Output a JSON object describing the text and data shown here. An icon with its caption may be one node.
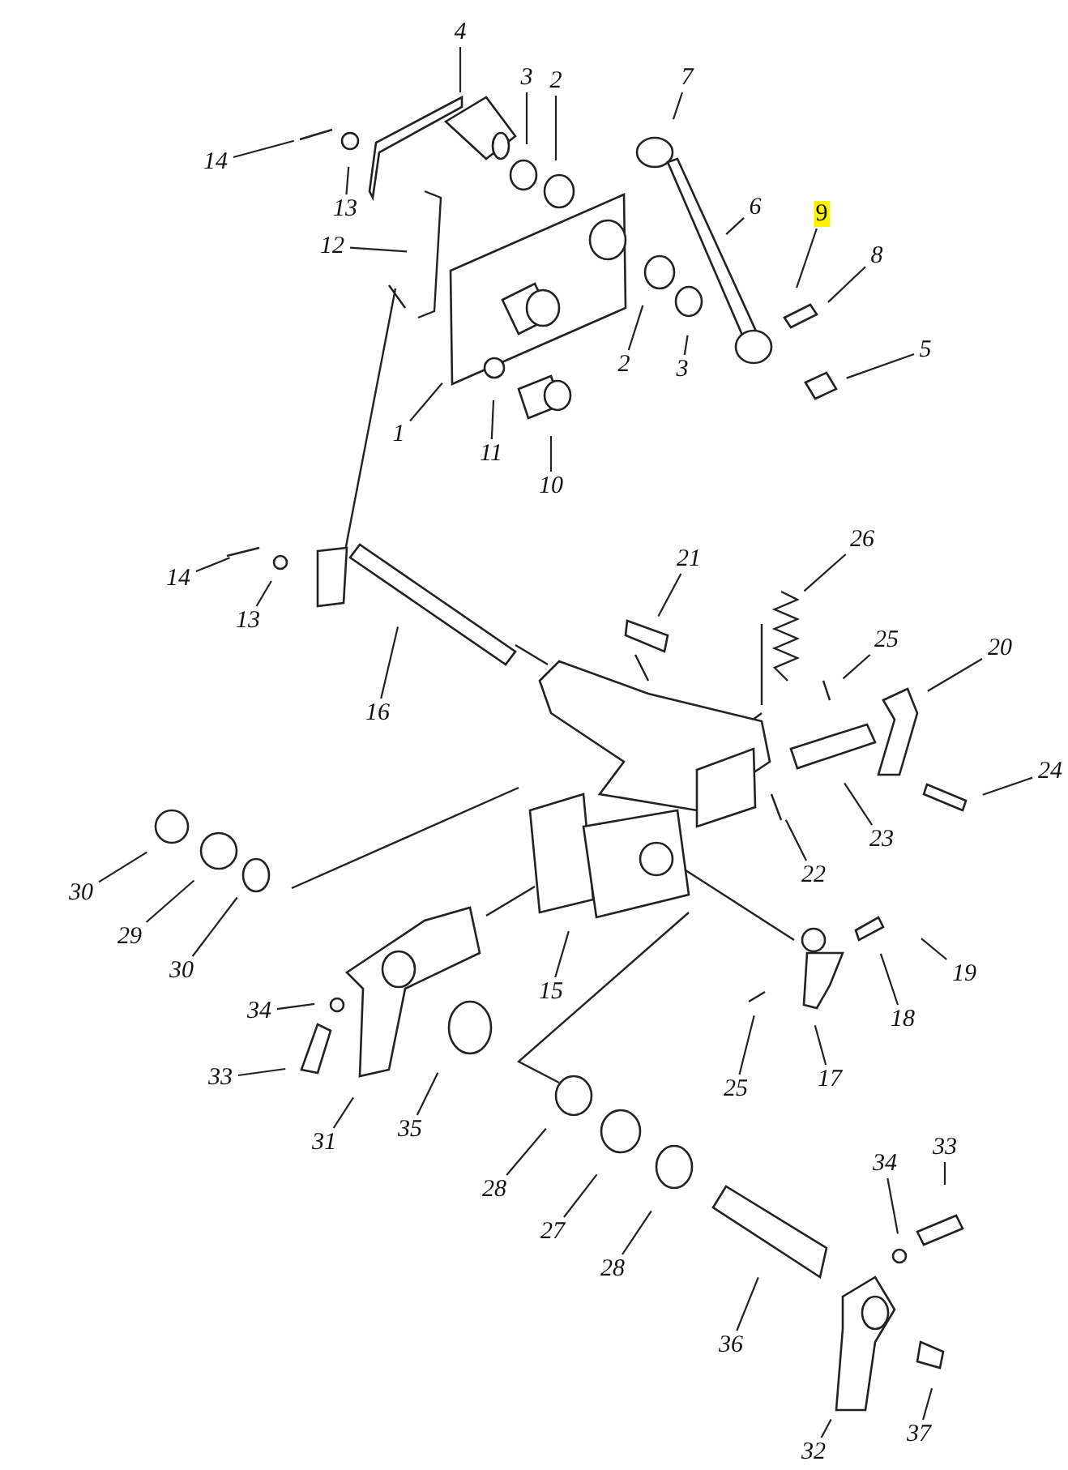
{
  "diagram": {
    "nodes": [
      {
        "text": [
          "4"
        ]
      },
      {
        "text": [
          "3"
        ]
      },
      {
        "text": [
          "2"
        ]
      },
      {
        "text": [
          "7"
        ]
      },
      {
        "text": [
          "14"
        ]
      },
      {
        "text": [
          "13"
        ]
      },
      {
        "text": [
          "12"
        ]
      },
      {
        "text": [
          "6"
        ]
      },
      {
        "text": [
          "9"
        ]
      },
      {
        "text": [
          "8"
        ]
      },
      {
        "text": [
          "2"
        ]
      },
      {
        "text": [
          "3"
        ]
      },
      {
        "text": [
          "5"
        ]
      },
      {
        "text": [
          "1"
        ]
      },
      {
        "text": [
          "11"
        ]
      },
      {
        "text": [
          "10"
        ]
      },
      {
        "text": [
          "14"
        ]
      },
      {
        "text": [
          "13"
        ]
      },
      {
        "text": [
          "21"
        ]
      },
      {
        "text": [
          "26"
        ]
      },
      {
        "text": [
          "16"
        ]
      },
      {
        "text": [
          "25"
        ]
      },
      {
        "text": [
          "20"
        ]
      },
      {
        "text": [
          "24"
        ]
      },
      {
        "text": [
          "23"
        ]
      },
      {
        "text": [
          "22"
        ]
      },
      {
        "text": [
          "30"
        ]
      },
      {
        "text": [
          "29"
        ]
      },
      {
        "text": [
          "30"
        ]
      },
      {
        "text": [
          "15"
        ]
      },
      {
        "text": [
          "19"
        ]
      },
      {
        "text": [
          "18"
        ]
      },
      {
        "text": [
          "34"
        ]
      },
      {
        "text": [
          "17"
        ]
      },
      {
        "text": [
          "33"
        ]
      },
      {
        "text": [
          "25"
        ]
      },
      {
        "text": [
          "31"
        ]
      },
      {
        "text": [
          "35"
        ]
      },
      {
        "text": [
          "28"
        ]
      },
      {
        "text": [
          "27"
        ]
      },
      {
        "text": [
          "28"
        ]
      },
      {
        "text": [
          "34"
        ]
      },
      {
        "text": [
          "33"
        ]
      },
      {
        "text": [
          "36"
        ]
      },
      {
        "text": [
          "32"
        ]
      },
      {
        "text": [
          "37"
        ]
      }
    ],
    "edges": [
      {
        "from": 0,
        "to": null,
        "arrow": "none"
      },
      {
        "from": 1,
        "to": null,
        "arrow": "none"
      },
      {
        "from": 2,
        "to": null,
        "arrow": "none"
      },
      {
        "from": 3,
        "to": null,
        "arrow": "none"
      },
      {
        "from": 4,
        "to": null,
        "arrow": "none"
      },
      {
        "from": 5,
        "to": null,
        "arrow": "none"
      },
      {
        "from": 6,
        "to": null,
        "arrow": "none"
      },
      {
        "from": 7,
        "to": null,
        "arrow": "none"
      },
      {
        "from": 8,
        "to": null,
        "arrow": "none"
      },
      {
        "from": 9,
        "to": null,
        "arrow": "none"
      },
      {
        "from": 10,
        "to": null,
        "arrow": "none"
      },
      {
        "from": 11,
        "to": null,
        "arrow": "none"
      },
      {
        "from": 12,
        "to": null,
        "arrow": "none"
      },
      {
        "from": 13,
        "to": null,
        "arrow": "none"
      },
      {
        "from": 14,
        "to": null,
        "arrow": "none"
      },
      {
        "from": 15,
        "to": null,
        "arrow": "none"
      },
      {
        "from": 16,
        "to": null,
        "arrow": "none"
      },
      {
        "from": 17,
        "to": null,
        "arrow": "none"
      },
      {
        "from": 18,
        "to": null,
        "arrow": "none"
      },
      {
        "from": 19,
        "to": null,
        "arrow": "none"
      },
      {
        "from": 20,
        "to": null,
        "arrow": "none"
      },
      {
        "from": 21,
        "to": null,
        "arrow": "none"
      },
      {
        "from": 22,
        "to": null,
        "arrow": "none"
      },
      {
        "from": 23,
        "to": null,
        "arrow": "none"
      },
      {
        "from": 24,
        "to": null,
        "arrow": "none"
      },
      {
        "from": 25,
        "to": null,
        "arrow": "none"
      },
      {
        "from": 26,
        "to": null,
        "arrow": "none"
      },
      {
        "from": 27,
        "to": null,
        "arrow": "none"
      },
      {
        "from": 28,
        "to": null,
        "arrow": "none"
      },
      {
        "from": 29,
        "to": null,
        "arrow": "none"
      },
      {
        "from": 30,
        "to": null,
        "arrow": "none"
      },
      {
        "from": 31,
        "to": null,
        "arrow": "none"
      },
      {
        "from": 32,
        "to": null,
        "arrow": "none"
      },
      {
        "from": 33,
        "to": null,
        "arrow": "none"
      },
      {
        "from": 34,
        "to": null,
        "arrow": "none"
      },
      {
        "from": 35,
        "to": null,
        "arrow": "none"
      },
      {
        "from": 36,
        "to": null,
        "arrow": "none"
      },
      {
        "from": 37,
        "to": null,
        "arrow": "none"
      },
      {
        "from": 38,
        "to": null,
        "arrow": "none"
      },
      {
        "from": 39,
        "to": null,
        "arrow": "none"
      },
      {
        "from": 40,
        "to": null,
        "arrow": "none"
      },
      {
        "from": 41,
        "to": null,
        "arrow": "none"
      },
      {
        "from": 42,
        "to": null,
        "arrow": "none"
      },
      {
        "from": 43,
        "to": null,
        "arrow": "none"
      },
      {
        "from": 44,
        "to": null,
        "arrow": "none"
      },
      {
        "from": 45,
        "to": null,
        "arrow": "none"
      }
    ]
  }
}
